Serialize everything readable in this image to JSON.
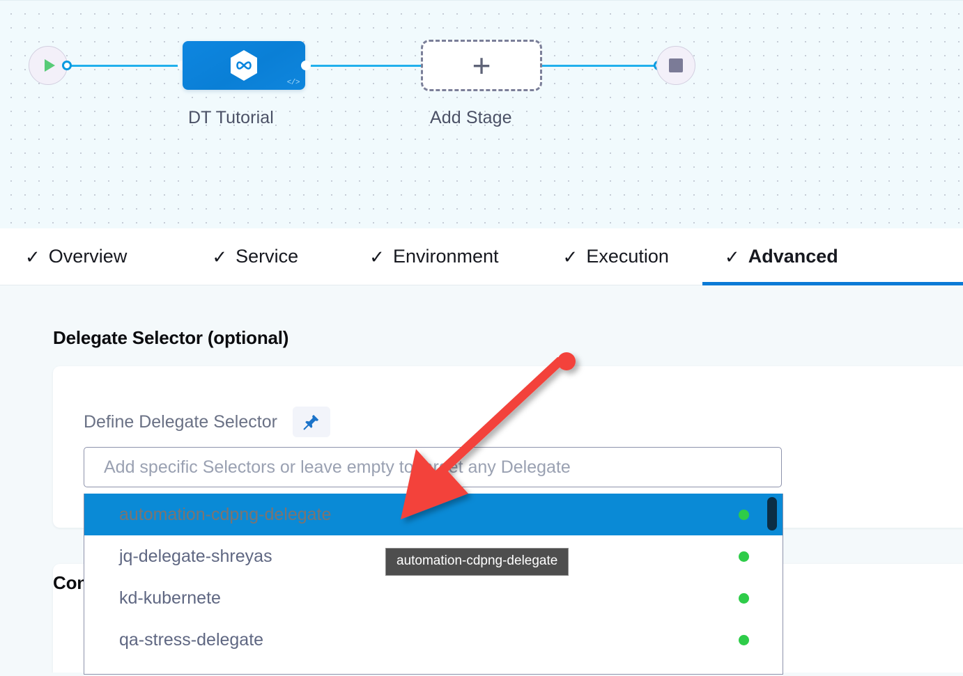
{
  "pipeline": {
    "start_node": {
      "icon": "play-icon"
    },
    "end_node": {
      "icon": "stop-icon"
    },
    "stage": {
      "label": "DT Tutorial",
      "icon": "harness-hexagon-infinity-icon",
      "badge": "</>"
    },
    "add_stage": {
      "label": "Add Stage",
      "icon": "plus-icon"
    }
  },
  "tabs": [
    {
      "label": "Overview",
      "check": "✓",
      "active": false
    },
    {
      "label": "Service",
      "check": "✓",
      "active": false
    },
    {
      "label": "Environment",
      "check": "✓",
      "active": false
    },
    {
      "label": "Execution",
      "check": "✓",
      "active": false
    },
    {
      "label": "Advanced",
      "check": "✓",
      "active": true
    }
  ],
  "advanced": {
    "delegate_selector": {
      "section_title": "Delegate Selector (optional)",
      "field_label": "Define Delegate Selector",
      "pin_icon": "pin-icon",
      "input_placeholder": "Add specific Selectors or leave empty to target any Delegate",
      "input_value": "",
      "options": [
        {
          "label": "automation-cdpng-delegate",
          "status": "connected",
          "selected": true
        },
        {
          "label": "jq-delegate-shreyas",
          "status": "connected",
          "selected": false
        },
        {
          "label": "kd-kubernete",
          "status": "connected",
          "selected": false
        },
        {
          "label": "qa-stress-delegate",
          "status": "connected",
          "selected": false
        }
      ],
      "tooltip": "automation-cdpng-delegate"
    },
    "next_section_title": "Conditional Execution"
  },
  "annotation": {
    "arrow_color": "#f3423a",
    "points_at": "automation-cdpng-delegate"
  },
  "colors": {
    "accent_blue": "#0a7ad6",
    "node_blue": "#0a86de",
    "wire_blue": "#21b0ec",
    "status_green": "#2ecc49",
    "canvas_bg": "#f1fafd",
    "page_bg": "#f4f9fb"
  }
}
